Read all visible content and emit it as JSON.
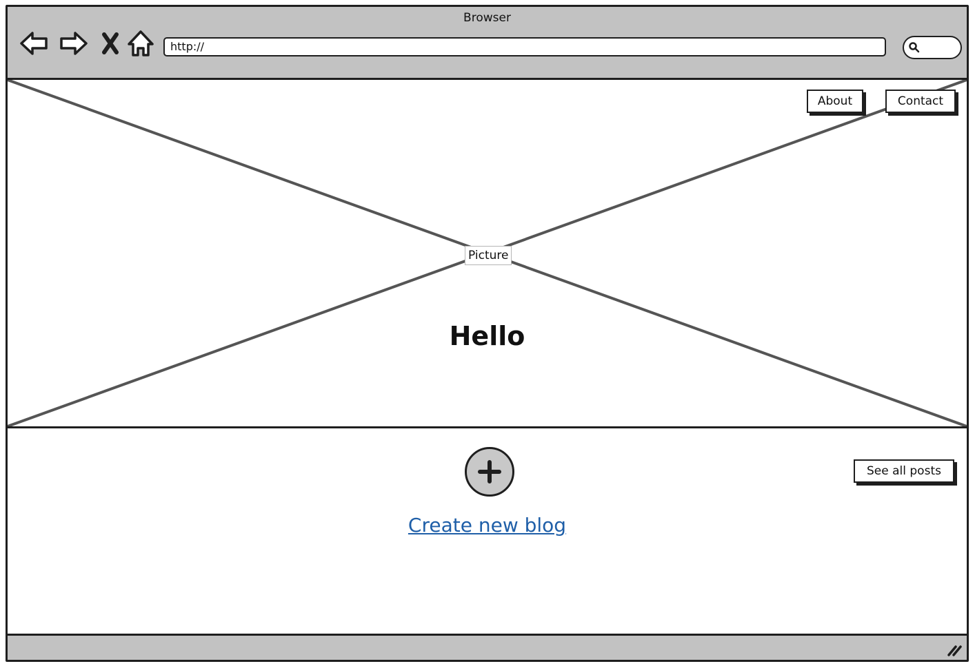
{
  "window": {
    "title": "Browser"
  },
  "toolbar": {
    "icons": [
      "back-arrow-icon",
      "forward-arrow-icon",
      "stop-icon",
      "home-icon"
    ],
    "url_value": "http://",
    "search_icon": "search-icon"
  },
  "hero": {
    "picture_label": "Picture",
    "title": "Hello"
  },
  "nav": {
    "about_label": "About",
    "contact_label": "Contact"
  },
  "content": {
    "add_icon": "plus-icon",
    "create_link_label": "Create new blog",
    "see_all_label": "See all posts"
  },
  "colors": {
    "chrome": "#c2c2c2",
    "border": "#1e1e1e",
    "link": "#1f5fa8",
    "add_button": "#c8c8c8"
  }
}
